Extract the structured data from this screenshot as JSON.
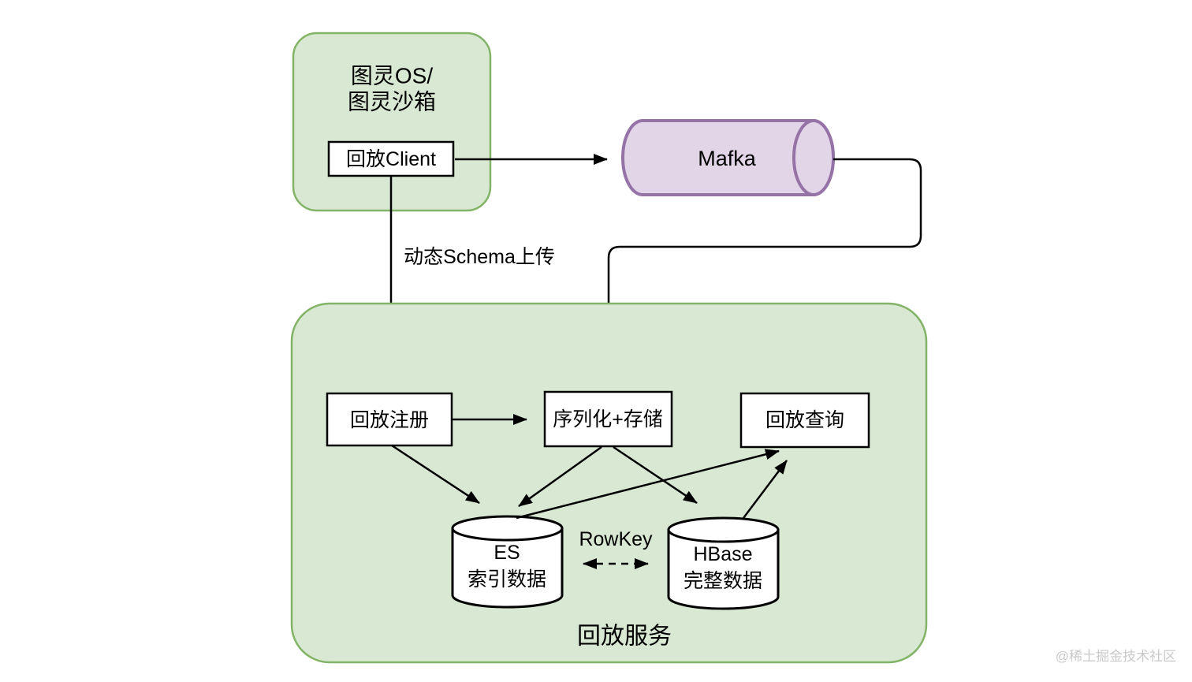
{
  "diagram": {
    "client_group": {
      "title_line1": "图灵OS/",
      "title_line2": "图灵沙箱",
      "client_node": "回放Client"
    },
    "queue": {
      "label": "Mafka"
    },
    "labels": {
      "schema_upload": "动态Schema上传",
      "rowkey": "RowKey"
    },
    "service_group": {
      "title": "回放服务",
      "nodes": {
        "register": "回放注册",
        "serialize": "序列化+存储",
        "query": "回放查询"
      },
      "stores": {
        "es": {
          "line1": "ES",
          "line2": "索引数据"
        },
        "hbase": {
          "line1": "HBase",
          "line2": "完整数据"
        }
      }
    },
    "edges": [
      {
        "from": "回放Client",
        "to": "Mafka",
        "style": "solid-arrow"
      },
      {
        "from": "Mafka",
        "to": "序列化+存储",
        "style": "solid-arrow"
      },
      {
        "from": "回放Client",
        "to": "回放注册",
        "style": "solid-arrow",
        "label": "动态Schema上传"
      },
      {
        "from": "回放注册",
        "to": "序列化+存储",
        "style": "solid-arrow"
      },
      {
        "from": "回放注册",
        "to": "ES 索引数据",
        "style": "solid-arrow"
      },
      {
        "from": "序列化+存储",
        "to": "ES 索引数据",
        "style": "solid-arrow"
      },
      {
        "from": "序列化+存储",
        "to": "HBase 完整数据",
        "style": "solid-arrow"
      },
      {
        "from": "ES 索引数据",
        "to": "回放查询",
        "style": "solid-arrow"
      },
      {
        "from": "HBase 完整数据",
        "to": "回放查询",
        "style": "solid-arrow"
      },
      {
        "from": "ES 索引数据",
        "to": "HBase 完整数据",
        "style": "dashed-double-arrow",
        "label": "RowKey"
      }
    ],
    "colors": {
      "group_fill": "#d9e8d3",
      "group_stroke": "#82b366",
      "queue_fill": "#e1d5e7",
      "queue_stroke": "#9673a6",
      "node_fill": "#ffffff",
      "node_stroke": "#000000",
      "connector": "#000000",
      "watermark_text": "#c9c9c9"
    }
  },
  "watermark": "@稀土掘金技术社区"
}
